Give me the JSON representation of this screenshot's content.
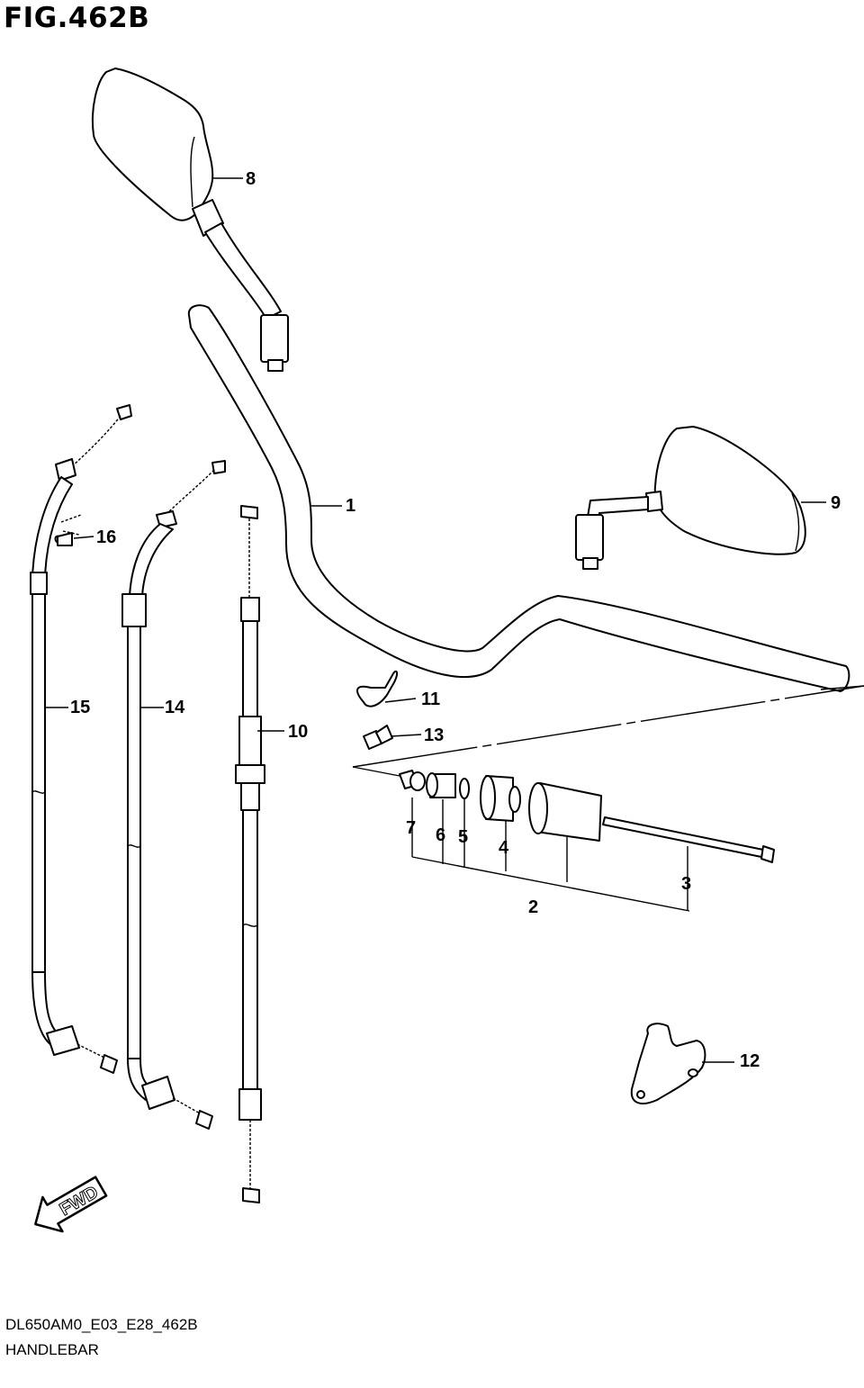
{
  "figure": {
    "title": "FIG.462B",
    "code": "DL650AM0_E03_E28_462B",
    "subtitle": "HANDLEBAR"
  },
  "callouts": [
    "1",
    "2",
    "3",
    "4",
    "5",
    "6",
    "7",
    "8",
    "9",
    "10",
    "11",
    "12",
    "13",
    "14",
    "15",
    "16"
  ],
  "fwd_label": "FWD"
}
